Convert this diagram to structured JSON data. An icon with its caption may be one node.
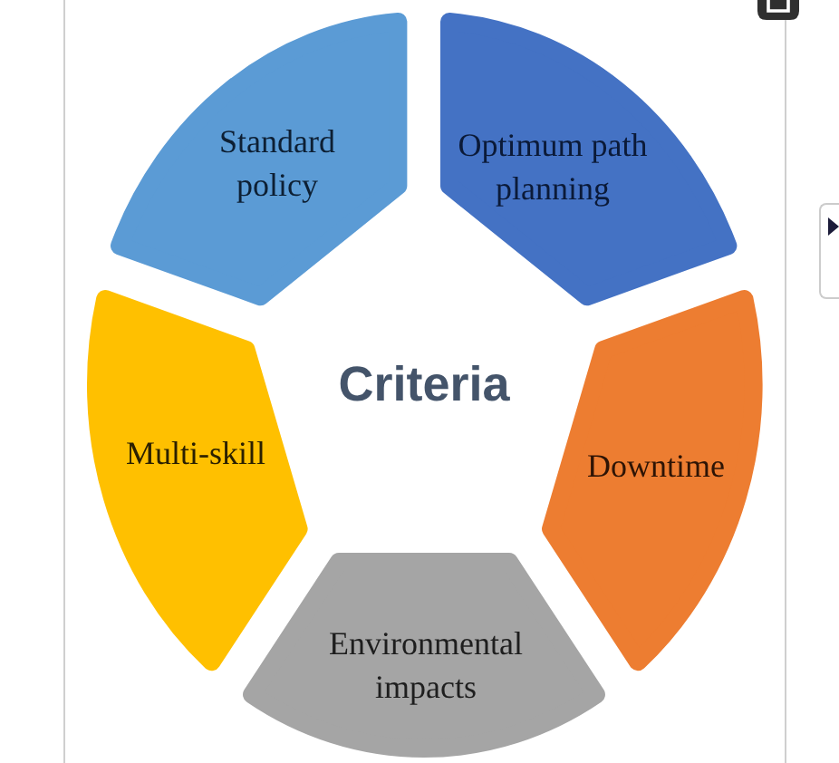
{
  "diagram": {
    "nodes": [
      {
        "text": [
          "Standard policy"
        ]
      },
      {
        "text": [
          "Optimum path planning"
        ]
      },
      {
        "text": [
          "Criteria"
        ]
      },
      {
        "text": [
          "Multi-skill"
        ]
      },
      {
        "text": [
          "Downtime"
        ]
      },
      {
        "text": [
          "Environmental impacts"
        ]
      }
    ]
  }
}
